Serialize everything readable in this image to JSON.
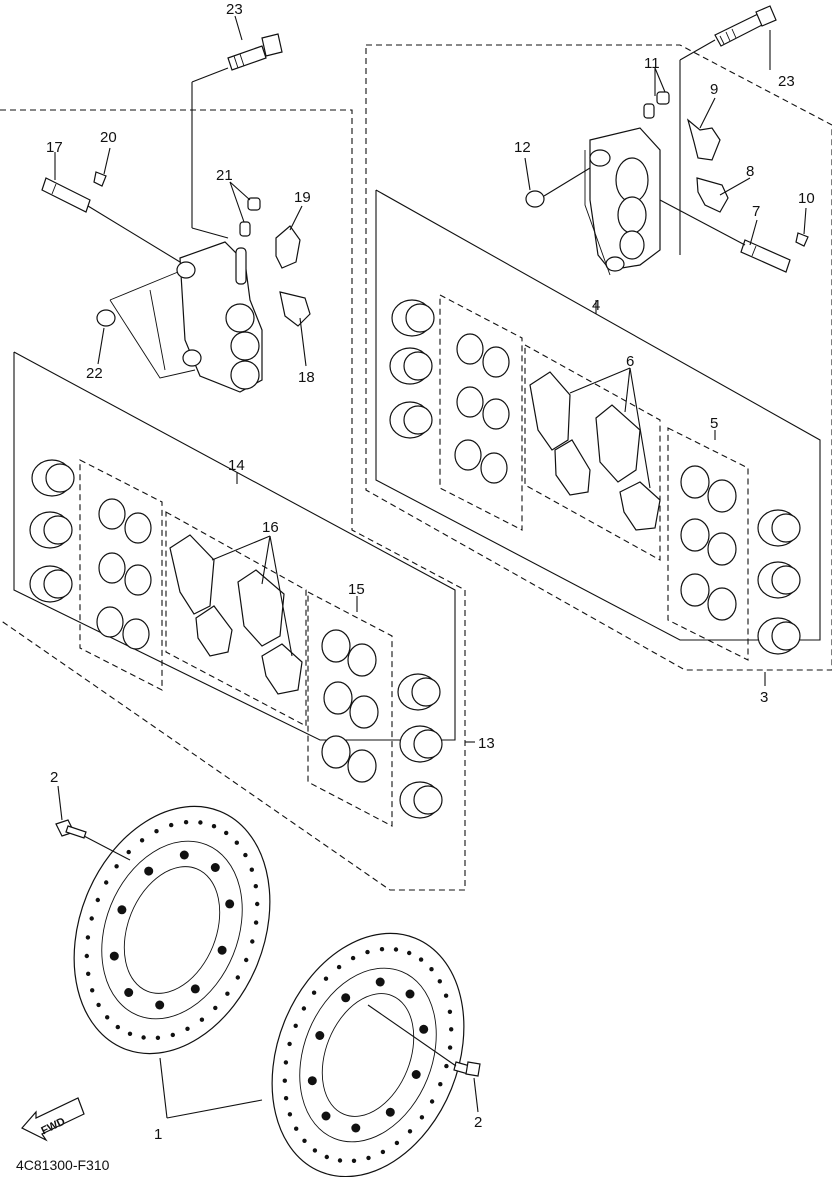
{
  "diagram": {
    "drawing_code": "4C81300-F310",
    "direction_arrow_label": "FWD",
    "callouts": {
      "c1": "1",
      "c2a": "2",
      "c2b": "2",
      "c3": "3",
      "c4": "4",
      "c5": "5",
      "c6": "6",
      "c7": "7",
      "c8": "8",
      "c9": "9",
      "c10": "10",
      "c11": "11",
      "c12": "12",
      "c13": "13",
      "c14": "14",
      "c15": "15",
      "c16": "16",
      "c17": "17",
      "c18": "18",
      "c19": "19",
      "c20": "20",
      "c21": "21",
      "c22": "22",
      "c23a": "23",
      "c23b": "23"
    }
  }
}
